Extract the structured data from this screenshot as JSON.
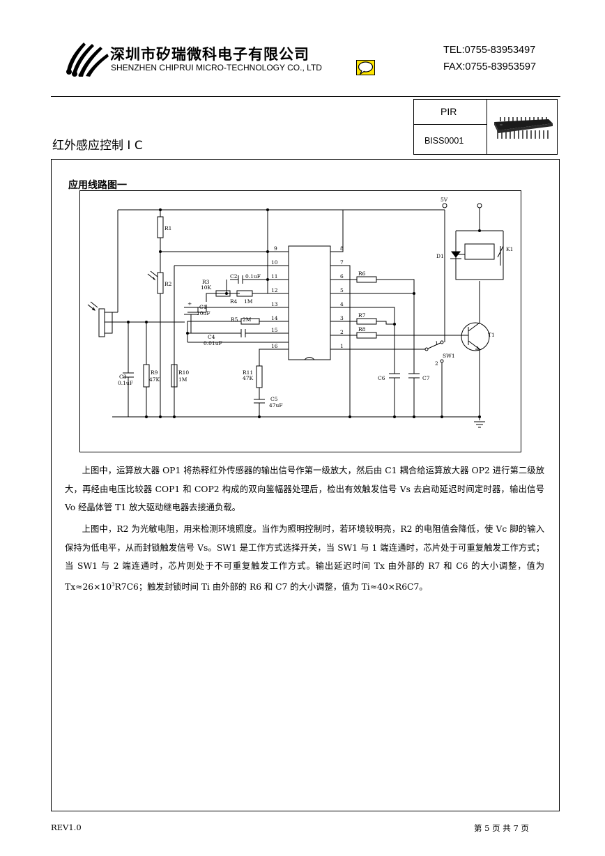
{
  "header": {
    "company_cn": "深圳市矽瑞微科电子有限公司",
    "company_en": "SHENZHEN CHIPRUI MICRO-TECHNOLOGY CO., LTD",
    "tel": "TEL:0755-83953497",
    "fax": "FAX:0755-83953597",
    "icons": [
      "company-logo-icon",
      "chat-bubble-icon",
      "ic-chip-image"
    ]
  },
  "info": {
    "category": "PIR",
    "model": "BISS0001"
  },
  "doc_title": "红外感应控制 I C",
  "section_title": "应用线路图一",
  "circuit": {
    "pin_numbers": [
      "9",
      "10",
      "11",
      "12",
      "13",
      "14",
      "15",
      "16",
      "8",
      "7",
      "6",
      "5",
      "4",
      "3",
      "2",
      "1"
    ],
    "labels": {
      "r1": "R1",
      "r2": "R2",
      "r3": "R3",
      "r3v": "10K",
      "c2": "C2",
      "c2v": "0.1uF",
      "r4": "R4",
      "r4v": "1M",
      "c1": "C1",
      "c1v": "10uF",
      "r5": "R5",
      "r5v": "2M",
      "c4": "C4",
      "c4v": "0.01uF",
      "c3": "C3",
      "c3v": "0.1uF",
      "r9": "R9",
      "r9v": "47K",
      "r10": "R10",
      "r10v": "1M",
      "r11": "R11",
      "r11v": "47K",
      "c5": "C5",
      "c5v": "47uF",
      "r6": "R6",
      "r7": "R7",
      "r8": "R8",
      "c6": "C6",
      "c7": "C7",
      "d1": "D1",
      "k1": "K1",
      "t1": "T1",
      "sw1": "SW1",
      "sw_pos1": "1",
      "sw_pos2": "2",
      "plus": "+",
      "v5": "5V"
    }
  },
  "paragraphs": [
    "上图中，运算放大器 OP1 将热释红外传感器的输出信号作第一级放大，然后由 C1 耦合给运算放大器 OP2 进行第二级放大，再经由电压比较器 COP1 和 COP2 构成的双向鉴幅器处理后，检出有效触发信号 Vs 去启动延迟时间定时器，输出信号 Vo 经晶体管 T1 放大驱动继电器去接通负载。",
    {
      "before": "上图中，R2 为光敏电阻，用来检测环境照度。当作为照明控制时，若环境较明亮，R2 的电阻值会降低，使 Vc 脚的输入保持为低电平，从而封锁触发信号 Vs。SW1 是工作方式选择开关，当 SW1 与 1 端连通时，芯片处于可重复触发工作方式；当 SW1 与 2 端连通时，芯片则处于不可重复触发工作方式。输出延迟时间 Tx 由外部的 R7 和 C6 的大小调整，值为 Tx≈26×10",
      "sup": "3",
      "after": "R7C6；触发封锁时间 Ti 由外部的 R6 和 C7 的大小调整，值为 Ti≈40×R6C7。"
    }
  ],
  "footer": {
    "rev": "REV1.0",
    "page": "第 5 页 共 7 页"
  }
}
